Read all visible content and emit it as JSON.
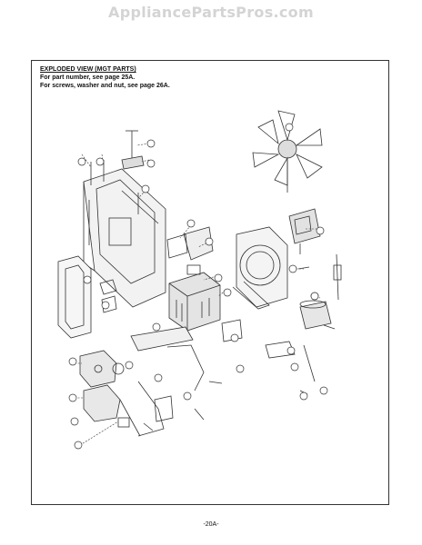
{
  "watermark": "AppliancePartsPros.com",
  "header": {
    "title": "EXPLODED VIEW (MGT PARTS)",
    "line1": "For part number, see page 25A.",
    "line2": "For screws, washer and nut, see page 26A."
  },
  "page_number": "-20A-"
}
